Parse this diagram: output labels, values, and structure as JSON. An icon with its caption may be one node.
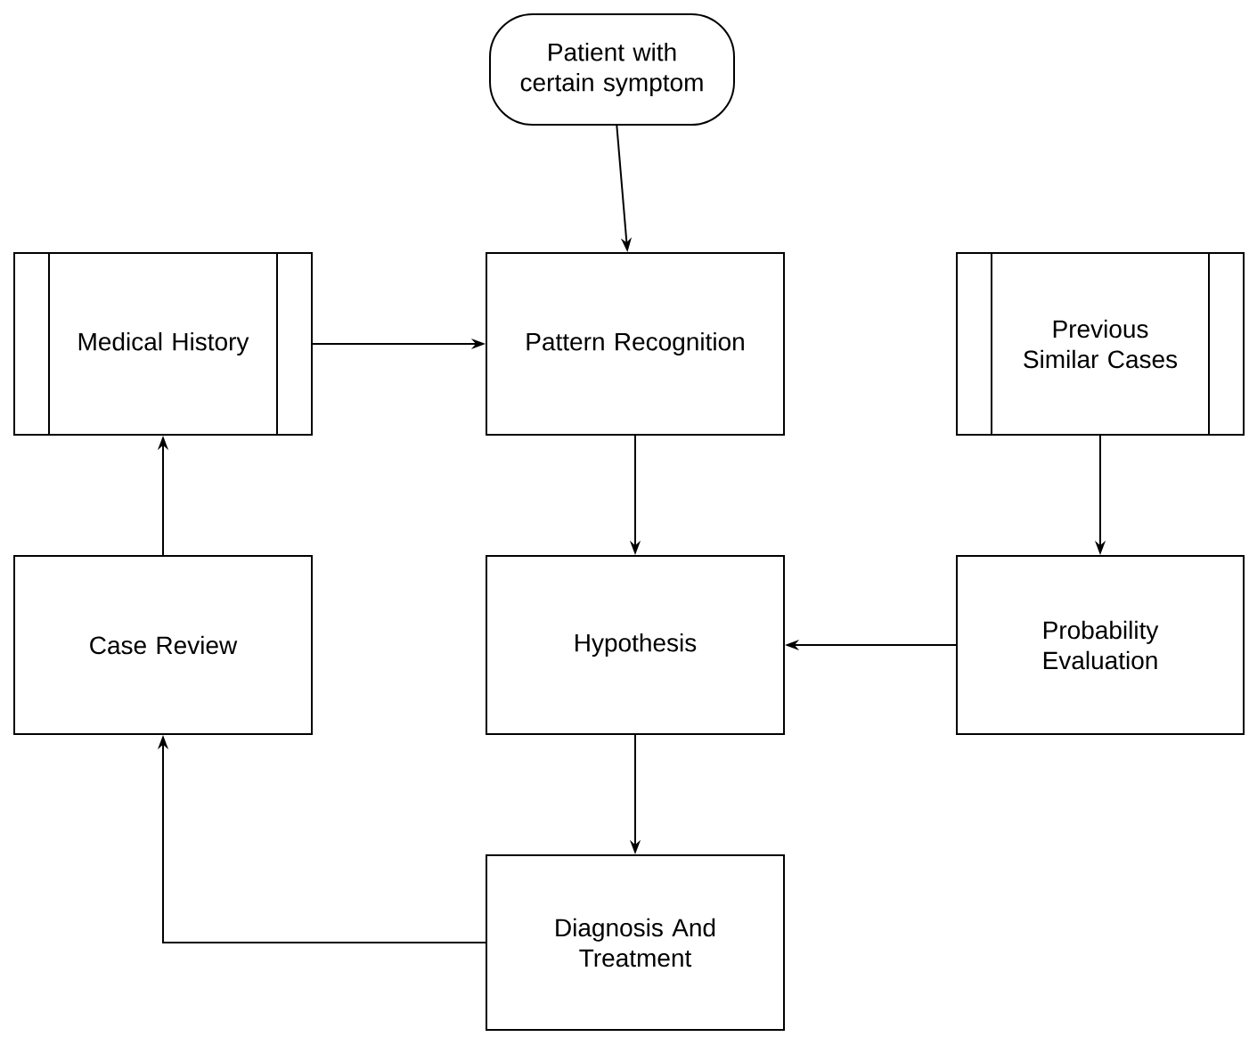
{
  "diagram": {
    "nodes": [
      {
        "text": [
          "Patient with certain symptom"
        ]
      },
      {
        "text": [
          "Medical History"
        ]
      },
      {
        "text": [
          "Pattern Recognition"
        ]
      },
      {
        "text": [
          "Previous Similar Cases"
        ]
      },
      {
        "text": [
          "Case Review"
        ]
      },
      {
        "text": [
          "Hypothesis"
        ]
      },
      {
        "text": [
          "Probability Evaluation"
        ]
      },
      {
        "text": [
          "Diagnosis And Treatment"
        ]
      }
    ],
    "edges": [
      {
        "from": 0,
        "to": 2,
        "arrow": "to"
      },
      {
        "from": 1,
        "to": 2,
        "arrow": "to"
      },
      {
        "from": 2,
        "to": 5,
        "arrow": "to"
      },
      {
        "from": 3,
        "to": 6,
        "arrow": "to"
      },
      {
        "from": 6,
        "to": 5,
        "arrow": "to"
      },
      {
        "from": 5,
        "to": 7,
        "arrow": "to"
      },
      {
        "from": 7,
        "to": 4,
        "arrow": "to"
      },
      {
        "from": 4,
        "to": 1,
        "arrow": "to"
      }
    ]
  }
}
